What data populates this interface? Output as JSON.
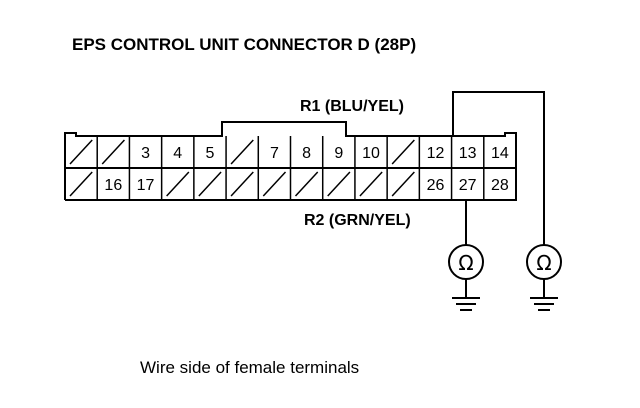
{
  "diagram": {
    "title": "EPS CONTROL UNIT CONNECTOR D (28P)",
    "caption": "Wire side of female terminals",
    "wires": {
      "r1": "R1 (BLU/YEL)",
      "r2": "R2 (GRN/YEL)"
    },
    "meters": {
      "symbol": "Ω"
    },
    "connector": {
      "top_row": [
        "",
        "",
        "3",
        "4",
        "5",
        "",
        "7",
        "8",
        "9",
        "10",
        "",
        "12",
        "13",
        "14"
      ],
      "bottom_row": [
        "",
        "16",
        "17",
        "",
        "",
        "",
        "",
        "",
        "",
        "",
        "",
        "26",
        "27",
        "28"
      ]
    }
  }
}
